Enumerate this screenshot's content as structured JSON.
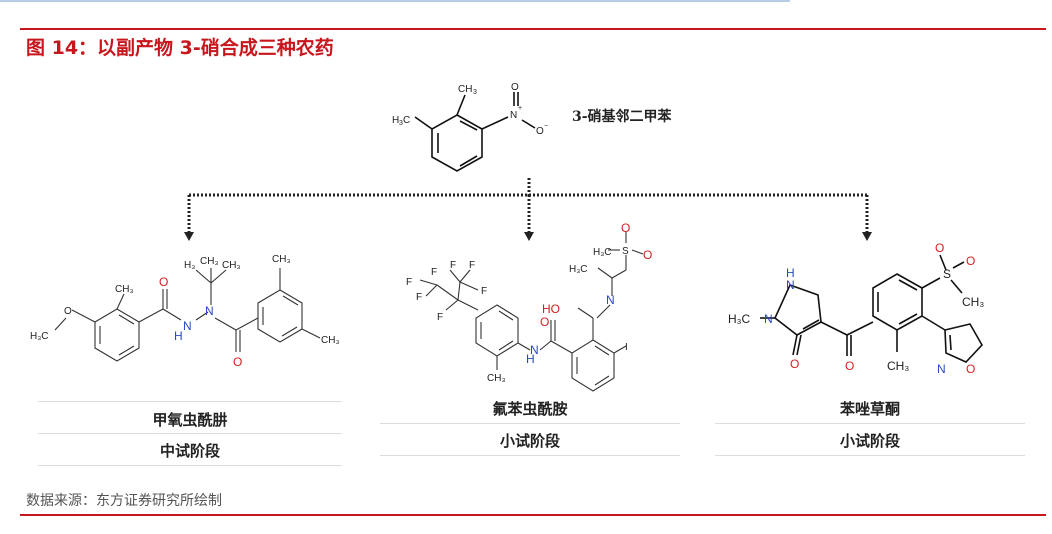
{
  "figure_title": "图 14：以副产物 3-硝合成三种农药",
  "source_text": "数据来源：东方证券研究所绘制",
  "top_compound": {
    "name": "3-硝基邻二甲苯",
    "atoms": {
      "methyl_top": "CH",
      "methyl_top_sub": "3",
      "methyl_left": "H",
      "methyl_left_sub": "3",
      "methyl_left_c": "C",
      "nitro_n": "N",
      "nitro_plus": "+",
      "nitro_o_top": "O",
      "nitro_o_right": "O",
      "nitro_minus": "−"
    }
  },
  "products": [
    {
      "name": "甲氧虫酰肼",
      "stage": "中试阶段",
      "atoms": {
        "methoxy": "H₃C",
        "o": "O",
        "ch3_1": "CH₃",
        "ch3_top_left": "H₃",
        "ch3_top_mid": "CH₃",
        "ch3_top_right": "CH₃",
        "ch3_ring_top": "CH₃",
        "ch3_ring_right": "CH₃",
        "hn": "H",
        "n1": "N",
        "n2": "N",
        "o_amide1": "O",
        "o_amide2": "O"
      }
    },
    {
      "name": "氟苯虫酰胺",
      "stage": "小试阶段",
      "atoms": {
        "f_labels": [
          "F",
          "F",
          "F",
          "F",
          "F",
          "F",
          "F"
        ],
        "h3c_top": "H₃C",
        "s": "S",
        "o1": "O",
        "o2": "O",
        "ho": "HO",
        "n": "N",
        "nh": "H",
        "nh_n": "N",
        "o_amide": "O",
        "h3c_mid": "H₃C",
        "i": "I",
        "ch3": "CH₃"
      }
    },
    {
      "name": "苯唑草酮",
      "stage": "小试阶段",
      "atoms": {
        "h3c": "H₃C",
        "n1": "N",
        "hn": "H",
        "n2": "N",
        "o_ketone1": "O",
        "o_ketone2": "O",
        "s": "S",
        "so_o1": "O",
        "so_o2": "O",
        "ch3_s": "CH₃",
        "ch3_ring": "CH₃",
        "iso_n": "N",
        "iso_o": "O"
      }
    }
  ],
  "colors": {
    "accent_red": "#c8161d",
    "atom_red": "#d42020",
    "atom_blue": "#2a48c8",
    "top_rule": "#b7cde3"
  }
}
